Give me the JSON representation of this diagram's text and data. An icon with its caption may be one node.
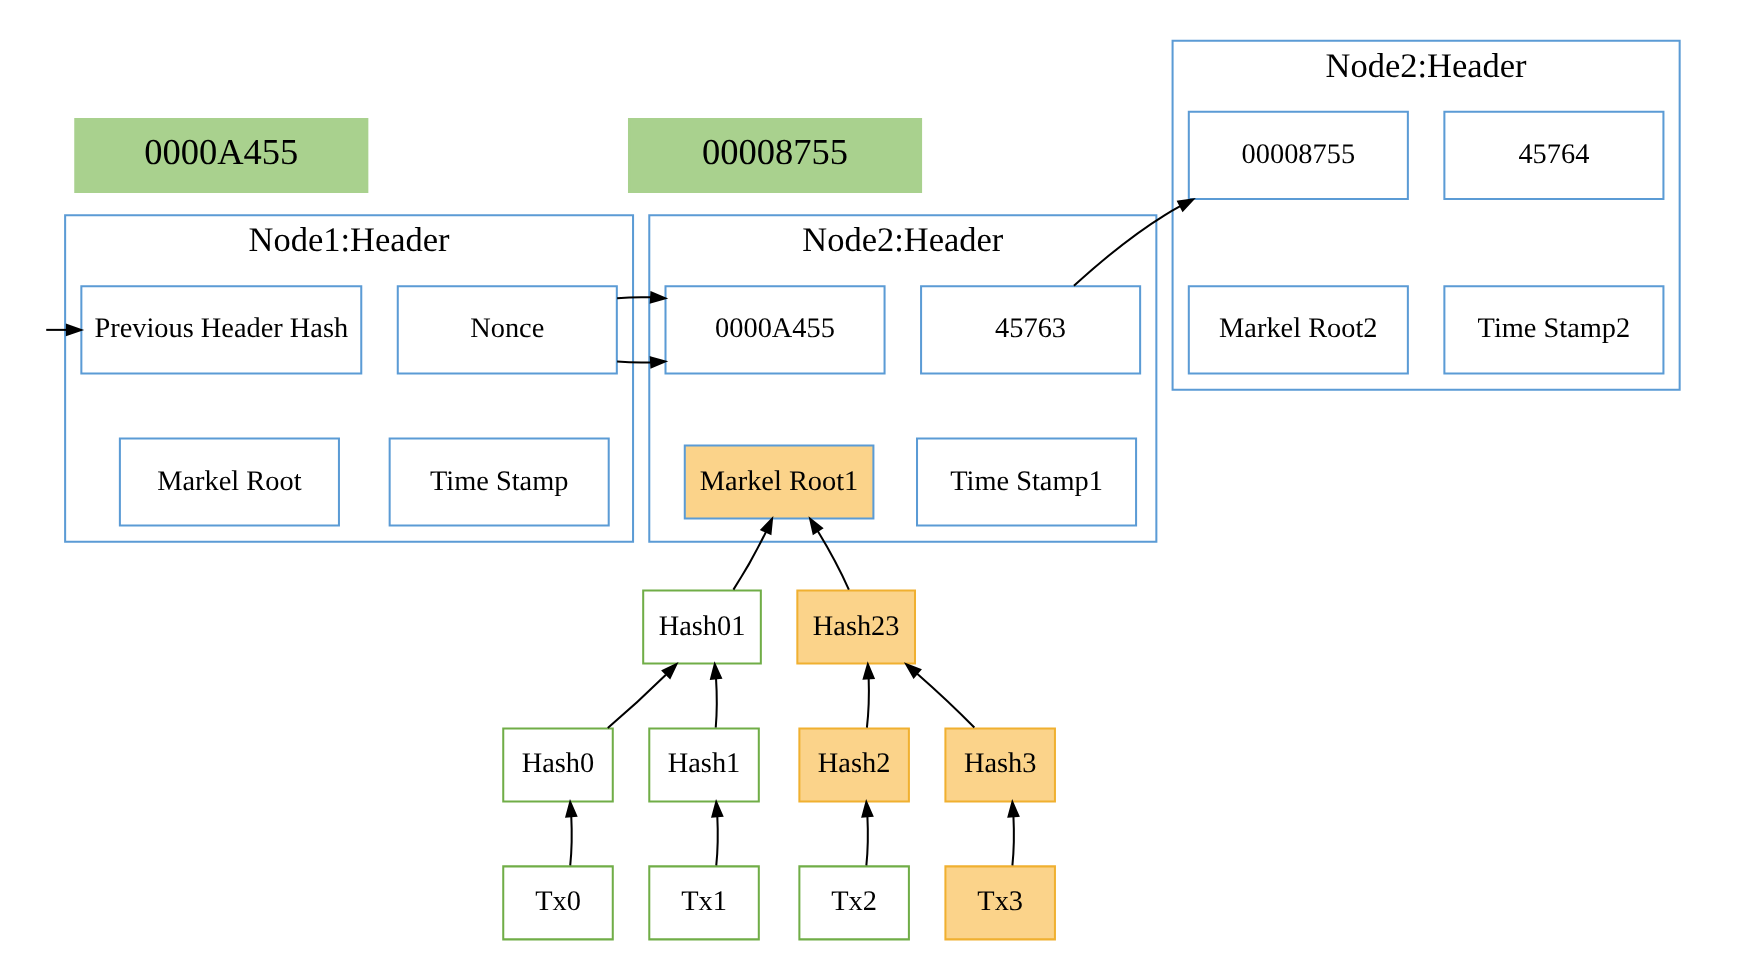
{
  "diagram": {
    "nodes": [
      {
        "text": [
          "0000A455"
        ]
      },
      {
        "text": [
          "00008755"
        ]
      },
      {
        "text": [
          "Node1:Header"
        ]
      },
      {
        "text": [
          "Previous Header Hash"
        ],
        "in": 2
      },
      {
        "text": [
          "Nonce"
        ],
        "in": 2
      },
      {
        "text": [
          "Markel Root"
        ],
        "in": 2
      },
      {
        "text": [
          "Time Stamp"
        ],
        "in": 2
      },
      {
        "text": [
          "Node2:Header"
        ]
      },
      {
        "text": [
          "0000A455"
        ],
        "in": 7
      },
      {
        "text": [
          "45763"
        ],
        "in": 7
      },
      {
        "text": [
          "Markel Root1"
        ],
        "in": 7
      },
      {
        "text": [
          "Time Stamp1"
        ],
        "in": 7
      },
      {
        "text": [
          "Node2:Header"
        ]
      },
      {
        "text": [
          "00008755"
        ],
        "in": 12
      },
      {
        "text": [
          "45764"
        ],
        "in": 12
      },
      {
        "text": [
          "Markel Root2"
        ],
        "in": 12
      },
      {
        "text": [
          "Time Stamp2"
        ],
        "in": 12
      },
      {
        "text": [
          "Hash01"
        ]
      },
      {
        "text": [
          "Hash23"
        ]
      },
      {
        "text": [
          "Hash0"
        ]
      },
      {
        "text": [
          "Hash1"
        ]
      },
      {
        "text": [
          "Hash2"
        ]
      },
      {
        "text": [
          "Hash3"
        ]
      },
      {
        "text": [
          "Tx0"
        ]
      },
      {
        "text": [
          "Tx1"
        ]
      },
      {
        "text": [
          "Tx2"
        ]
      },
      {
        "text": [
          "Tx3"
        ]
      }
    ],
    "edges": [
      {
        "from": null,
        "to": 3,
        "arrow": "to"
      },
      {
        "from": 4,
        "to": 8,
        "arrow": "to"
      },
      {
        "from": 9,
        "to": 13,
        "arrow": "to"
      },
      {
        "from": 17,
        "to": 10,
        "arrow": "to"
      },
      {
        "from": 18,
        "to": 10,
        "arrow": "to"
      },
      {
        "from": 19,
        "to": 17,
        "arrow": "to"
      },
      {
        "from": 20,
        "to": 17,
        "arrow": "to"
      },
      {
        "from": 21,
        "to": 18,
        "arrow": "to"
      },
      {
        "from": 22,
        "to": 18,
        "arrow": "to"
      },
      {
        "from": 23,
        "to": 19,
        "arrow": "to"
      },
      {
        "from": 24,
        "to": 20,
        "arrow": "to"
      },
      {
        "from": 25,
        "to": 21,
        "arrow": "to"
      },
      {
        "from": 26,
        "to": 22,
        "arrow": "to"
      }
    ]
  }
}
